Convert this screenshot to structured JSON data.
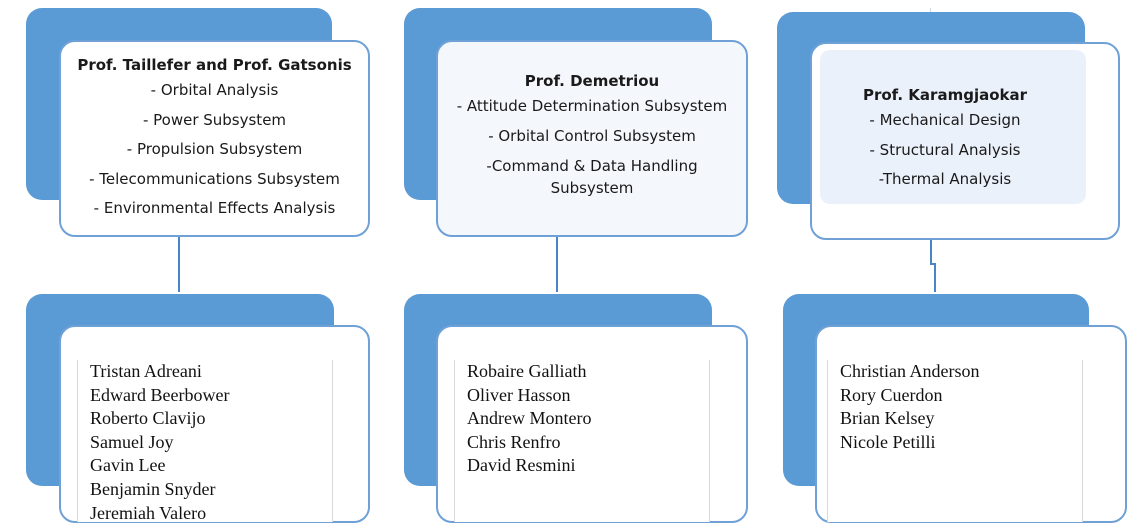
{
  "groups": [
    {
      "professor": "Prof. Taillefer and Prof. Gatsonis",
      "responsibilities": [
        "-  Orbital Analysis",
        "- Power Subsystem",
        "- Propulsion Subsystem",
        "- Telecommunications Subsystem",
        "- Environmental Effects Analysis"
      ],
      "members": [
        "Tristan Adreani",
        "Edward Beerbower",
        "Roberto Clavijo",
        "Samuel Joy",
        "Gavin Lee",
        "Benjamin Snyder",
        "Jeremiah Valero"
      ]
    },
    {
      "professor": "Prof. Demetriou",
      "responsibilities": [
        "- Attitude Determination Subsystem",
        "- Orbital Control Subsystem",
        "-Command & Data Handling Subsystem"
      ],
      "members": [
        "Robaire Galliath",
        "Oliver Hasson",
        "Andrew Montero",
        "Chris Renfro",
        "David Resmini"
      ]
    },
    {
      "professor": "Prof. Karamgjaokar",
      "responsibilities": [
        "- Mechanical Design",
        "- Structural Analysis",
        "-Thermal Analysis"
      ],
      "members": [
        "Christian Anderson",
        "Rory Cuerdon",
        "Brian Kelsey",
        "Nicole Petilli"
      ]
    }
  ],
  "colors": {
    "accent_blue": "#5b9bd5",
    "card_border": "#6fa1d6",
    "card_fill": "#ebf1fa"
  }
}
